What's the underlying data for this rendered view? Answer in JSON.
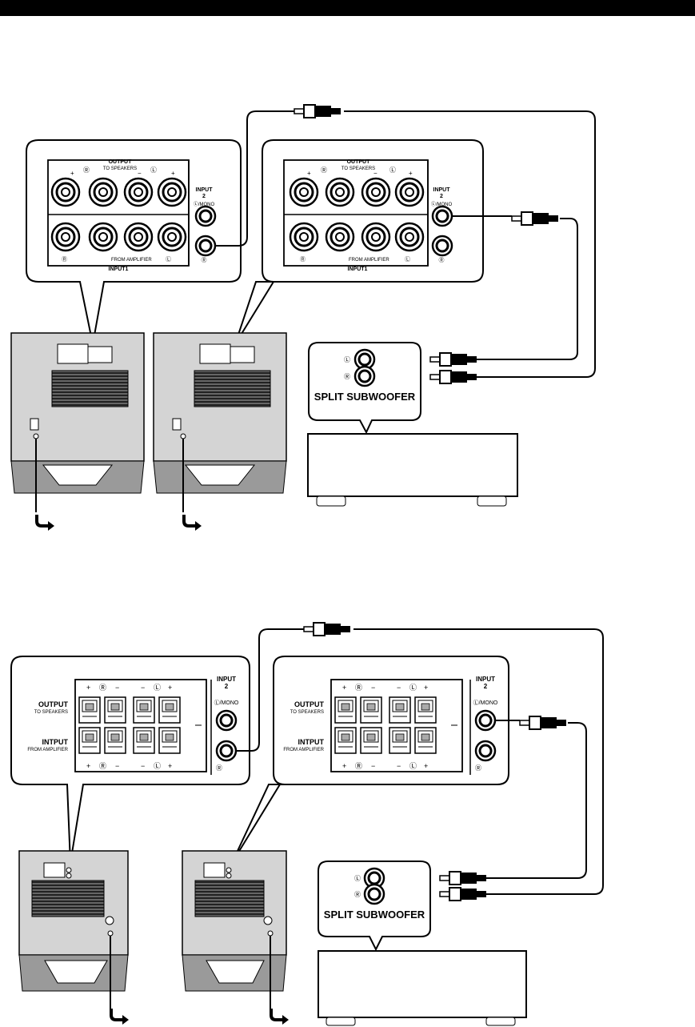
{
  "header_bar": "",
  "panel_a": {
    "output_label": "OUTPUT",
    "to_speakers": "TO SPEAKERS",
    "from_amplifier": "FROM AMPLIFIER",
    "input1": "INPUT1",
    "input2_line1": "INPUT",
    "input2_line2": "2",
    "l_mono": "Ⓛ/MONO",
    "r": "Ⓡ",
    "l": "Ⓛ",
    "plus": "+",
    "minus": "−"
  },
  "panel_b": {
    "output_label": "OUTPUT",
    "to_speakers": "TO SPEAKERS",
    "intput_label": "INTPUT",
    "from_amplifier": "FROM AMPLIFIER",
    "input2_line1": "INPUT",
    "input2_line2": "2",
    "l_mono": "Ⓛ/MONO",
    "r": "Ⓡ",
    "l": "Ⓛ",
    "plus": "+",
    "minus": "−"
  },
  "amplifier": {
    "split_subwoofer": "SPLIT SUBWOOFER",
    "l": "Ⓛ",
    "r": "Ⓡ"
  }
}
